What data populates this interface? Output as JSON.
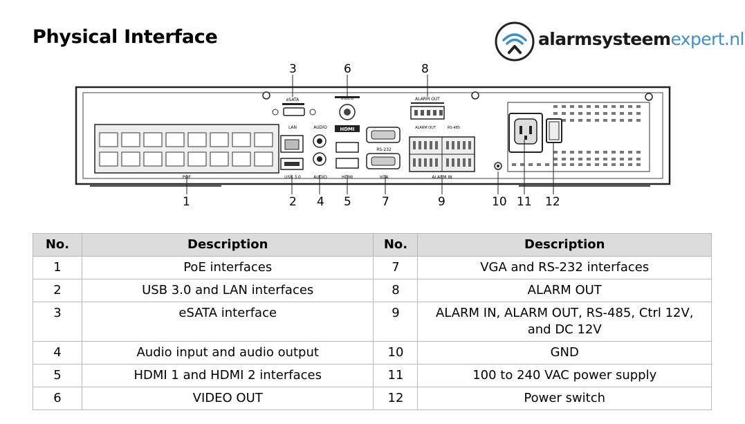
{
  "title": "Physical Interface",
  "logo": {
    "strong": "alarmsysteem",
    "light": "expert.nl"
  },
  "panel_labels": {
    "esata": "eSATA",
    "video": "VIDEO",
    "alarm_out": "ALARM OUT",
    "lan": "LAN",
    "audio": "AUDIO",
    "hdmi": "HDMI",
    "alarm_out_small": "ALARM OUT",
    "rs485": "RS-485",
    "rs232": "RS-232",
    "usb": "USB 3.0",
    "audio_bottom": "AUDIO",
    "hdmi_bottom": "HDMI",
    "vga": "VGA",
    "alarm_in": "ALARM IN",
    "poe": "POE"
  },
  "callouts": [
    "1",
    "2",
    "3",
    "4",
    "5",
    "6",
    "7",
    "8",
    "9",
    "10",
    "11",
    "12"
  ],
  "table": {
    "headers": [
      "No.",
      "Description",
      "No.",
      "Description"
    ],
    "rows": [
      [
        "1",
        "PoE interfaces",
        "7",
        "VGA and RS-232 interfaces"
      ],
      [
        "2",
        "USB 3.0 and LAN interfaces",
        "8",
        "ALARM OUT"
      ],
      [
        "3",
        "eSATA interface",
        "9",
        "ALARM IN, ALARM OUT, RS-485, Ctrl 12V, and DC 12V"
      ],
      [
        "4",
        "Audio input and audio output",
        "10",
        "GND"
      ],
      [
        "5",
        "HDMI 1 and HDMI 2 interfaces",
        "11",
        "100 to 240 VAC power supply"
      ],
      [
        "6",
        "VIDEO OUT",
        "12",
        "Power switch"
      ]
    ]
  }
}
